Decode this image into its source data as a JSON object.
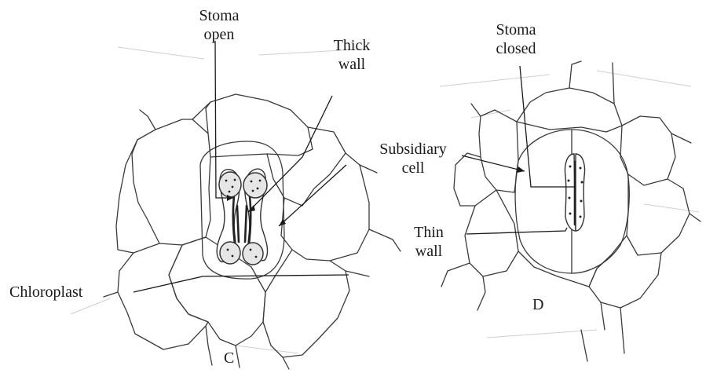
{
  "figure_c": {
    "label_stoma_open_line1": "Stoma",
    "label_stoma_open_line2": "open",
    "label_thick_wall_line1": "Thick",
    "label_thick_wall_line2": "wall",
    "label_chloroplast": "Chloroplast",
    "caption": "C"
  },
  "figure_d": {
    "label_stoma_closed_line1": "Stoma",
    "label_stoma_closed_line2": "closed",
    "label_subsidiary_line1": "Subsidiary",
    "label_subsidiary_line2": "cell",
    "label_thin_wall_line1": "Thin",
    "label_thin_wall_line2": "wall",
    "caption": "D"
  }
}
